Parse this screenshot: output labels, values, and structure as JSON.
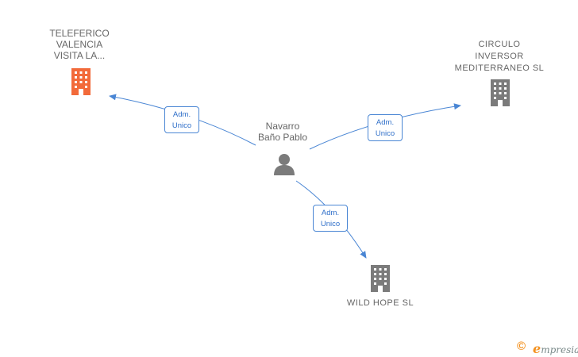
{
  "colors": {
    "edge": "#4a86d4",
    "company_highlight": "#f26a3a",
    "company": "#7b7b7b",
    "person": "#7b7b7b",
    "brand_accent": "#f39221"
  },
  "nodes": {
    "teleferico": {
      "label_lines": [
        "TELEFERICO",
        "VALENCIA",
        "VISITA LA..."
      ],
      "icon": "building-icon",
      "highlight": true
    },
    "circulo": {
      "label_lines": [
        "CIRCULO",
        "INVERSOR",
        "MEDITERRANEO SL"
      ],
      "icon": "building-icon",
      "highlight": false
    },
    "person": {
      "label_lines": [
        "Navarro",
        "Baño Pablo"
      ],
      "icon": "person-icon"
    },
    "wildhope": {
      "label_lines": [
        "WILD HOPE SL"
      ],
      "icon": "building-icon",
      "highlight": false
    }
  },
  "edges": [
    {
      "from": "person",
      "to": "teleferico",
      "label_lines": [
        "Adm.",
        "Unico"
      ]
    },
    {
      "from": "person",
      "to": "circulo",
      "label_lines": [
        "Adm.",
        "Unico"
      ]
    },
    {
      "from": "person",
      "to": "wildhope",
      "label_lines": [
        "Adm.",
        "Unico"
      ]
    }
  ],
  "footer": {
    "copyright_symbol": "©",
    "brand_initial": "e",
    "brand_rest": "mpresia"
  }
}
